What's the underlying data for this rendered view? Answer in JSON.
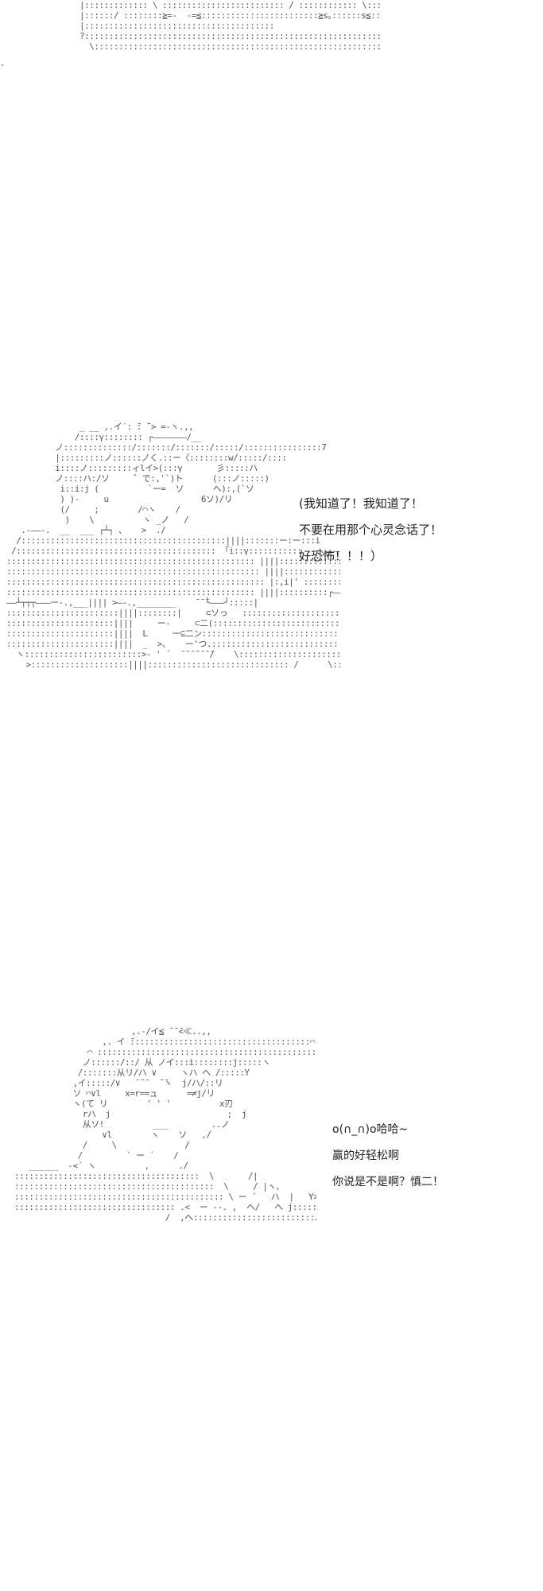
{
  "panels": [
    {
      "art": "|::::::::::::: \\ ::::::::::::::::::::::::: / :::::::::::: \\::::::::::::::::::::::::::::イ――┐:::::::::::::/\n|::::::/ ::::::::≧=-  -=≦::::::::::::::::::::::::≧s｡::::::s≦::::::::/ ::::::::::::/\n|:::::::::::::::::::::::::::::::::::::::                                    |::::::::::::::/\n?:::::::::::::::::::::::::::::::::::::::::::::::::::::::::::::::::::::::::::::::::::::i〉\n  \\::::::::::::::::::::::::::::::::::::::::::::::::::::::::::::::::::::::ニニ=- ⌒ ^::::::|^マ:i/",
      "lines": []
    },
    {
      "art": "               _ __ ,.イ´: ̄: ̄`> =-ヽ.,,\n              /::::γ:::::::: ┌―――――――/__\n          ノ::::::::::::::/:::::::/:::::::/:::::/::::::::::::::::7\n          |:::::::::ノ::::::ノく.::ー〈::::::::w/:::::/::::\n          i::::ノ:::::::::ィlイ>(:::γ       彡:::::ハ\n          ノ::::ハ:/ソ     ゛で:,'`)ト      (:::ノ:::::)\n           i::i:j (          `ー=  ソ      へ):,(`ソ\n           ) )-     u                   6ソ)/リ\n           (/     ;        /⌒ヽ    /\n            )    \\          ヽ _ノ   /\n   .-――-.  __  ___ ┌┴┐ 、   >  ./\n  /::::::::::::::::::::::::::::::::::::::::::||||:::::::ー:ー:::i\n /::::::::::::::::::::::::::::::::::::::::: 「i::γ:::::::::::   ヽ―――‐.,,,,\n::::::::::::::::::::::::::::::::::::::::::::::::::: ||||::::::::::::::::::::::::::::::::::::::::::: \\\n:::::::::::::::::::::::::::::::::::::::::::::::::::: ||||::::::::::::::::::::::::::::::::::::::::::::::: ヽ\n::::::::::::::::::::::::::::::::::::::::::::::::::::: |:,i|' :::::::::::::::::::::::::::::::::::::::::::::: i\n::::::::::::::::::::::::::::::::::::::::::::::::::: ||||::::::::::┌――┬―――┐:::::::::L\n――┴┬┬┬―――ー-.,___|||| >―-.,________    ̄ ̄ ̄└―――┘:::::|\n:::::::::::::::::::::::||||::::::::|     ⊂ソっ   :::::::::::::::::::::::::::::::::::::::::::::: \\\n::::::::::::::::::::::||||     ー-     ⊂二(::::::::::::::::::::::::::::::::::::::::::::::::: \\\n::::::::::::::::::::::||||  L     ー⊆二ン:::::::::::::::::::::::::::::::::::::::::::::::::::: \\\n::::::::::::::::::::::||||  _  >、   ー'つ.::::::::::::::::::::::::::: ハ:::::::::::::::::::::::::::::: i\n  ヽ::::::::::::::::::::::::>‐ ' ´  ̄ ̄ ̄ ̄ ̄ ̄ ̄/    \\:::::::::::::::::::::::::::::::::L\n    >::::::::::::::::::::||||::::::::::::::::::::::::::::: /      \\::::::::::::::::::::::::::::::::::: ヽ",
      "lines": [
        "(我知道了！我知道了！",
        "不要在用那个心灵念话了！",
        "好恐怖！！！）"
      ]
    },
    {
      "art": "                        ,.-/イ≦ ̄ ̄ ̄<≪..,,\n                  ,. イ ̄:::::::::::::::::::::::::::::::::::::⌒ミ=ー\n               ⌒ ::::::::::::::::::::::::::::::::::::::::::::::::::::::::ヽ:::::ヽ\n              ノ::::::/::/ 从 ノイ:::i::::::::j:::::ヽ\n             /:::::::从リ/ハ ∨     ヽハ ヘ /:::::Y\n            ,イ:::::/∨   ̄ ̄ ̄   ̄ ̄ヽ  j/ハ/::リ\n            ソ ⌒∨l     x=r==ュ      =≠j/リ\n            ヽ(て リ        ' ' '          x刃\n              rハ  j                        ;  j\n              从ソ!          ___         ..ノ\n                  ∨l        ヽ    ソ   ,/\n              /     \\              /\n             /         ` ー ´    /\n   ______  -<´ ヽ          ,      ./\n::::::::::::::::::::::::::::::::::::::  \\       /|\n:::::::::::::::::::::::::::::::::::::::::  \\     / |ヽ、\n::::::::::::::::::::::::::::::::::::::::::: \\ ー ´   ハ  |   Y> .,\n::::::::::::::::::::::::::::::::: .<  ー --. ,  ヘ/   ヘ j::::::::::::::::::::::ヽ\n                               /  ,へ:::::::::::::::::::::::::ハ",
      "lines": [
        "o(∩_∩)o哈哈~",
        "赢的好轻松啊",
        "你说是不是啊？慎二！"
      ]
    }
  ]
}
